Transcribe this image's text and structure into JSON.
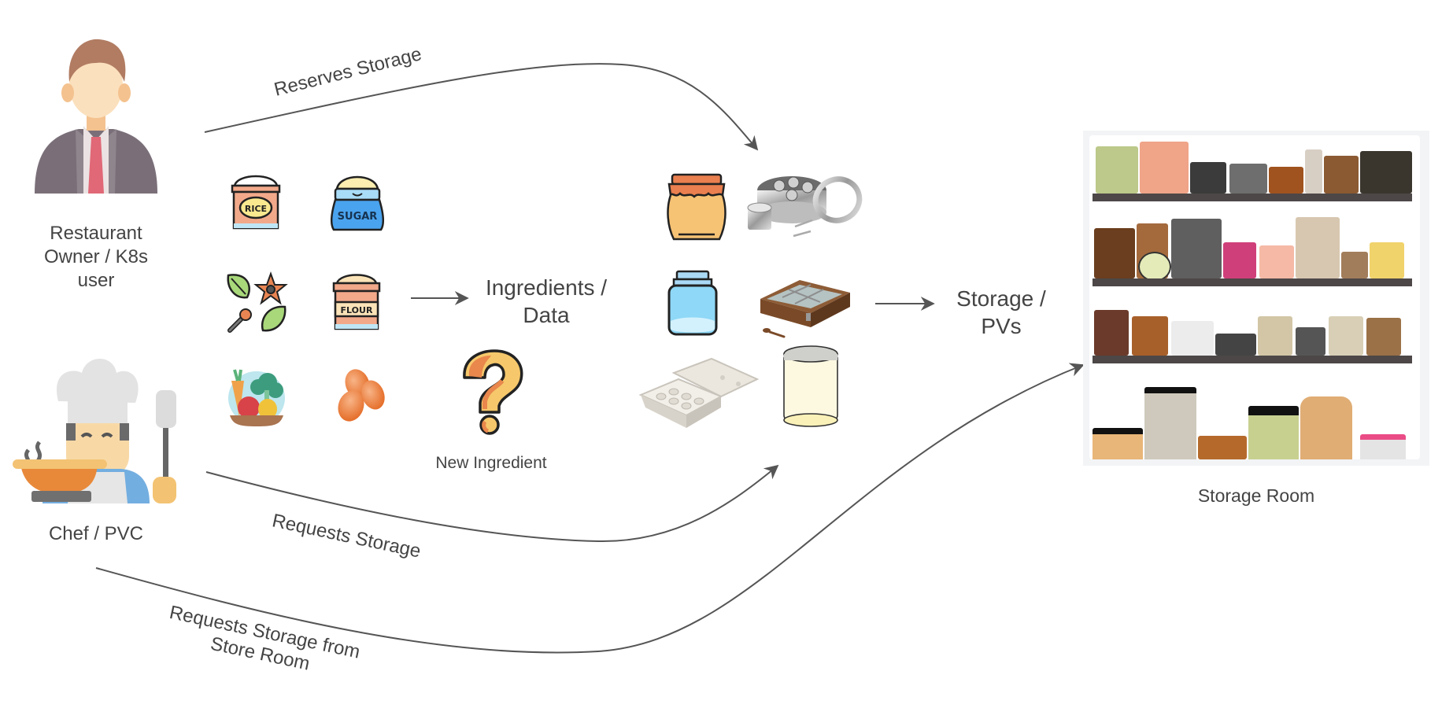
{
  "actors": {
    "owner": {
      "label_lines": [
        "Restaurant",
        "Owner / K8s",
        "user"
      ],
      "icon": "businessman-icon"
    },
    "chef": {
      "label": "Chef / PVC",
      "icon": "chef-icon"
    }
  },
  "ingredients": {
    "items": [
      {
        "name": "rice-bag-icon",
        "text": "RICE"
      },
      {
        "name": "sugar-bag-icon",
        "text": "SUGAR"
      },
      {
        "name": "spices-icon",
        "text": ""
      },
      {
        "name": "flour-bag-icon",
        "text": "FLOUR"
      },
      {
        "name": "vegetables-icon",
        "text": ""
      },
      {
        "name": "eggs-icon",
        "text": ""
      }
    ],
    "group_label_lines": [
      "Ingredients /",
      "Data"
    ],
    "new_ingredient_label": "New Ingredient",
    "new_ingredient_icon": "question-mark-icon"
  },
  "containers": {
    "items": [
      "honey-jar-icon",
      "spice-tin-icon",
      "glass-jar-icon",
      "wooden-spice-box-icon",
      "egg-carton-icon",
      "clear-jar-icon"
    ],
    "group_label_lines": [
      "Storage /",
      "PVs"
    ]
  },
  "storage_room": {
    "label": "Storage Room",
    "icon": "pantry-shelves-image"
  },
  "edges": [
    {
      "id": "reserves-storage",
      "label": "Reserves Storage"
    },
    {
      "id": "requests-storage",
      "label": "Requests Storage"
    },
    {
      "id": "requests-store-room",
      "label_lines": [
        "Requests Storage from",
        "Store Room"
      ]
    }
  ],
  "colors": {
    "line": "#555555",
    "text": "#444444"
  }
}
